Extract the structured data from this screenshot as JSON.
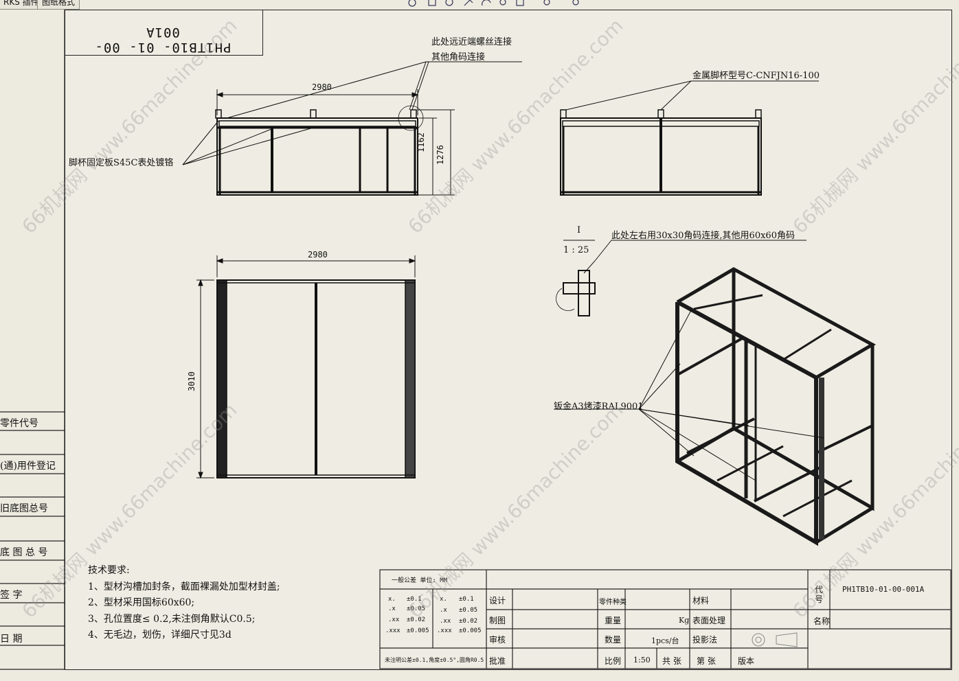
{
  "tabs": [
    "RKS 插件",
    "图纸格式"
  ],
  "title_block_drawing_no": "PH1TB10- 01- 00- 001A",
  "annotations": {
    "far_end_bolt": "此处远近端螺丝连接",
    "other_corner": "其他角码连接",
    "foot_plate": "脚杯固定板S45C表处镀铬",
    "metal_foot_cup": "金属脚杯型号C-CNFJN16-100",
    "corner_detail": "此处左右用30x30角码连接,其他用60x60角码",
    "sheet_metal": "钣金A3烤漆RAL9001",
    "detail_label_top": "I",
    "detail_label_scale": "1 : 25"
  },
  "dimensions": {
    "front_width": "2980",
    "front_height_inner": "1162",
    "front_height_total": "1276",
    "plan_width": "2980",
    "plan_depth": "3010"
  },
  "left_column": [
    "零件代号",
    "(通)用件登记",
    "旧底图总号",
    "底 图 总 号",
    "签  字",
    "日    期"
  ],
  "tech_requirements": {
    "heading": "技术要求:",
    "items": [
      "1、型材沟槽加封条，截面裸漏处加型材封盖;",
      "2、型材采用国标60x60;",
      "3、孔位置度≤  0.2,未注倒角默认C0.5;",
      "4、无毛边，划伤，详细尺寸见3d"
    ]
  },
  "tolerance": {
    "heading": "一般公差  单位: MM",
    "left": [
      [
        "x.",
        "±0.1"
      ],
      [
        ".x",
        "±0.05"
      ],
      [
        ".xx",
        "±0.02"
      ],
      [
        ".xxx",
        "±0.005"
      ]
    ],
    "right": [
      [
        "x.",
        "±0.1"
      ],
      [
        ".x",
        "±0.05"
      ],
      [
        ".xx",
        "±0.02"
      ],
      [
        ".xxx",
        "±0.005"
      ]
    ],
    "footnote": "未注明公差±0.1,角度±0.5°,圆角R0.5"
  },
  "title_block": {
    "design": "设计",
    "draw": "制图",
    "review": "审核",
    "approve": "批准",
    "part_type": "零件种类",
    "weight": "重量",
    "weight_unit": "Kg",
    "qty": "数量",
    "qty_value": "1pcs/台",
    "scale": "比例",
    "scale_value": "1:50",
    "total_sheets": "共  张",
    "sheet_no": "第  张",
    "version": "版本",
    "material": "材料",
    "surface": "表面处理",
    "projection": "投影法",
    "code_label": "代号",
    "code_value": "PH1TB10-01-00-001A",
    "name_label": "名称"
  },
  "watermark": "66机械网 www.66machine.com",
  "colors": {
    "paper": "#efede3",
    "ink": "#111111",
    "watermark": "#9a9a9a"
  }
}
